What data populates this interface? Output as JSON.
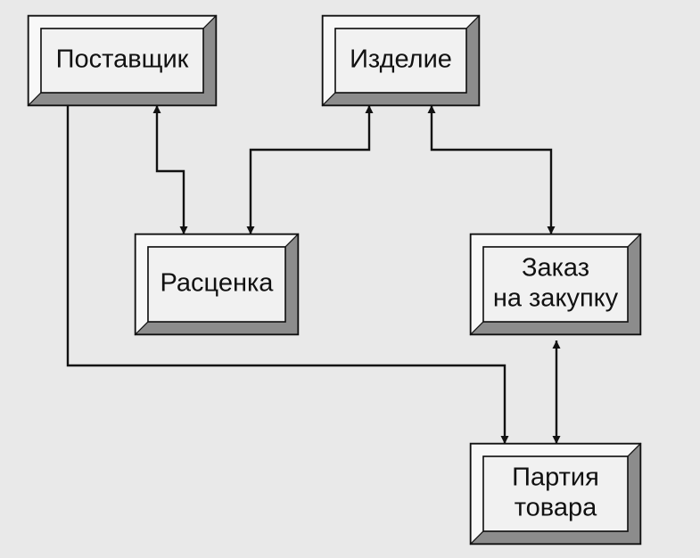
{
  "diagram": {
    "nodes": {
      "supplier": {
        "lines": [
          "Поставщик"
        ]
      },
      "product": {
        "lines": [
          "Изделие"
        ]
      },
      "pricing": {
        "lines": [
          "Расценка"
        ]
      },
      "purchase_order": {
        "lines": [
          "Заказ",
          "на закупку"
        ]
      },
      "goods_batch": {
        "lines": [
          "Партия",
          "товара"
        ]
      }
    },
    "connections": [
      {
        "from": "supplier",
        "to": "pricing",
        "style": "double-arrow"
      },
      {
        "from": "product",
        "to": "pricing",
        "style": "double-arrow"
      },
      {
        "from": "product",
        "to": "purchase_order",
        "style": "double-arrow"
      },
      {
        "from": "purchase_order",
        "to": "goods_batch",
        "style": "double-arrow"
      },
      {
        "from": "supplier",
        "to": "goods_batch",
        "style": "arrow"
      }
    ],
    "colors": {
      "background": "#e9e9e9",
      "box_fill": "#f1f1f1",
      "bevel_light": "#f8f8f8",
      "bevel_dark": "#8c8c8c",
      "line": "#111111"
    }
  }
}
